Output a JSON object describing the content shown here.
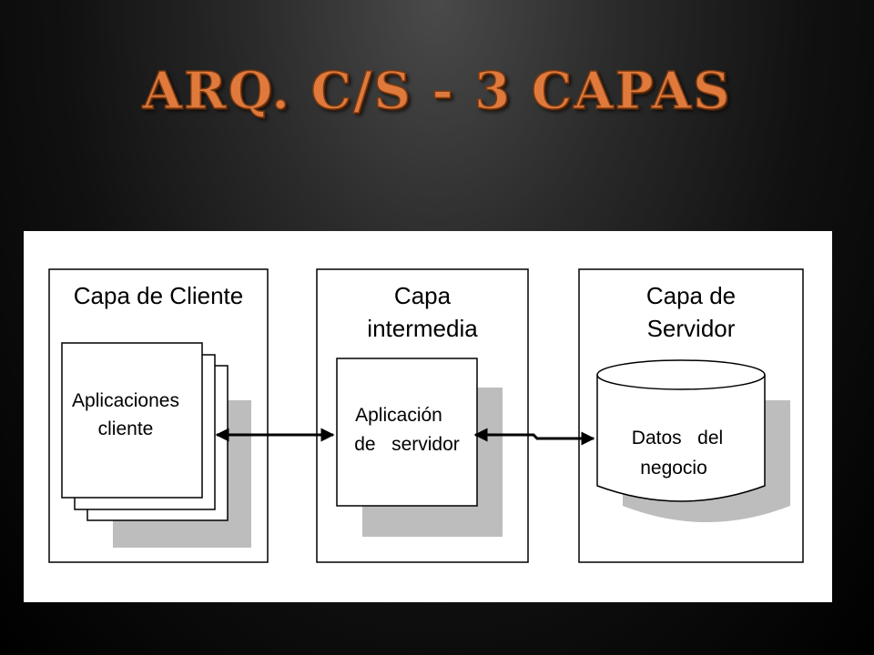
{
  "slide": {
    "title": "ARQ. C/S -  3 CAPAS"
  },
  "diagram": {
    "layers": [
      {
        "title_lines": [
          "Capa de Cliente"
        ],
        "component_lines": [
          "Aplicaciones",
          "cliente"
        ]
      },
      {
        "title_lines": [
          "Capa",
          "intermedia"
        ],
        "component_lines": [
          "Aplicación",
          "de   servidor"
        ]
      },
      {
        "title_lines": [
          "Capa de",
          "Servidor"
        ],
        "component_lines": [
          "Datos   del",
          "negocio"
        ]
      }
    ],
    "connections": [
      {
        "from": "Capa de Cliente",
        "to": "Capa intermedia",
        "direction": "bidirectional"
      },
      {
        "from": "Capa intermedia",
        "to": "Capa de Servidor",
        "direction": "bidirectional"
      }
    ]
  }
}
